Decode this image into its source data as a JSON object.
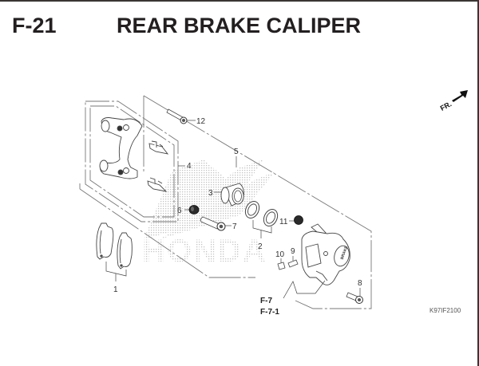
{
  "header": {
    "section_code": "F-21",
    "title": "REAR BRAKE CALIPER"
  },
  "orientation": {
    "label": "FR.",
    "icon": "arrow-up-right-icon"
  },
  "watermark": {
    "text": "HONDA"
  },
  "callouts": [
    {
      "number": "1",
      "part": "brake-pad-set"
    },
    {
      "number": "2",
      "part": "piston-seal-set"
    },
    {
      "number": "3",
      "part": "caliper-piston"
    },
    {
      "number": "4",
      "part": "caliper-bracket-assembly"
    },
    {
      "number": "5",
      "part": "caliper-assembly"
    },
    {
      "number": "6",
      "part": "pin-boot"
    },
    {
      "number": "7",
      "part": "slide-pin"
    },
    {
      "number": "8",
      "part": "mounting-bolt"
    },
    {
      "number": "9",
      "part": "bleed-valve"
    },
    {
      "number": "10",
      "part": "bleed-valve-cap"
    },
    {
      "number": "11",
      "part": "boot"
    },
    {
      "number": "12",
      "part": "bracket-bolt"
    }
  ],
  "references": [
    "F-7",
    "F-7-1"
  ],
  "diagram_code": "K97IF2100",
  "colors": {
    "ink": "#231f20",
    "line": "#555555",
    "dashed": "#777777",
    "watermark": "#c8c8c8",
    "frame": "#3a3534"
  }
}
